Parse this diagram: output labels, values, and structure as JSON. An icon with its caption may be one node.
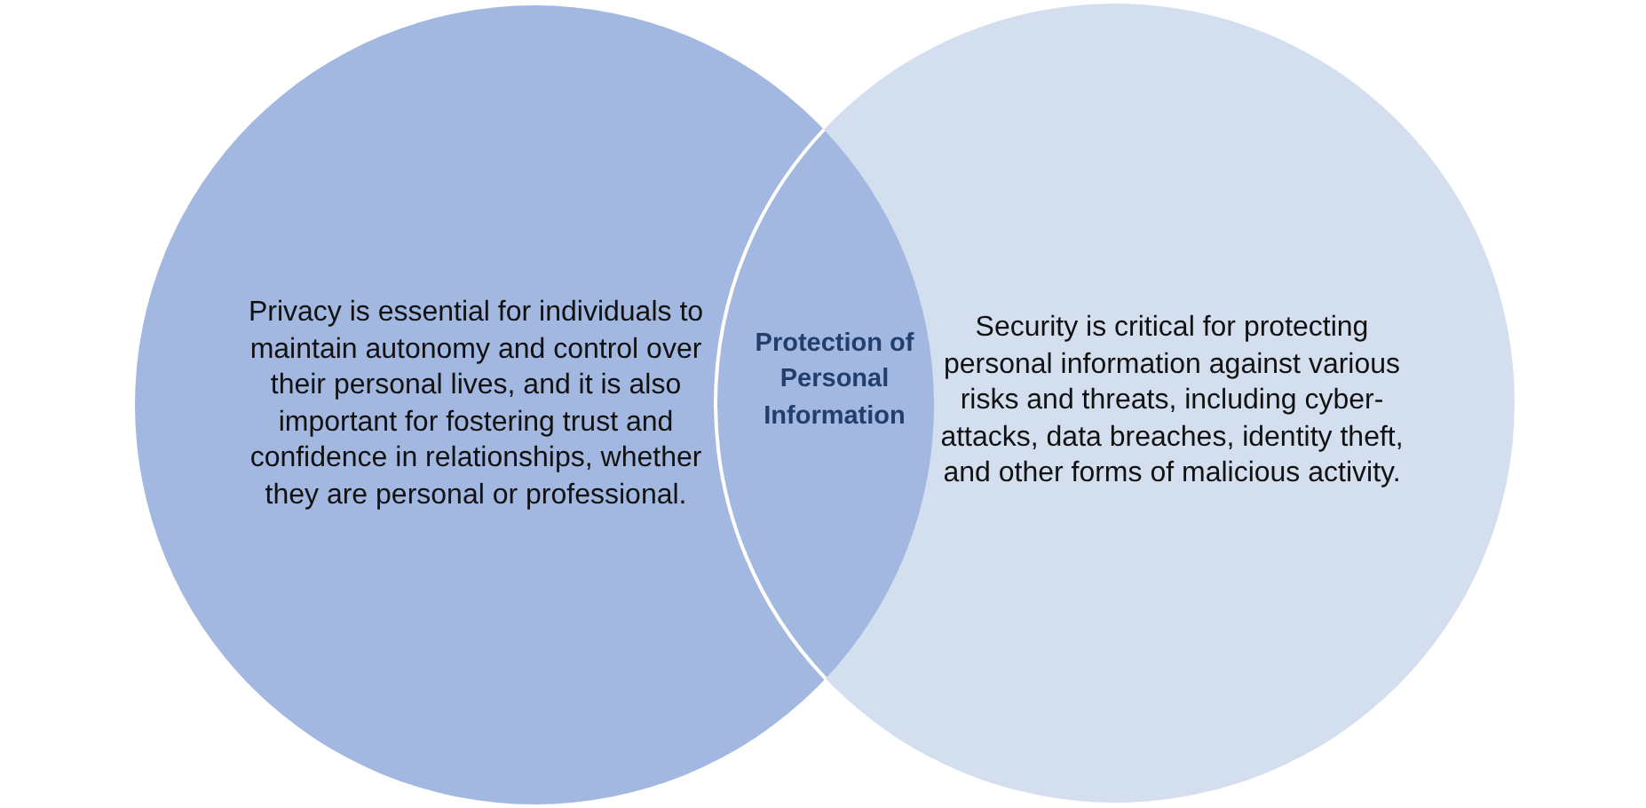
{
  "diagram": {
    "nodes": [
      {
        "text": [
          "Privacy is essential for individuals to maintain autonomy and control over their personal lives, and it is also important for fostering trust and confidence in relationships, whether they are personal or professional."
        ]
      },
      {
        "text": [
          "Protection of Personal Information"
        ]
      },
      {
        "text": [
          "Security is critical for protecting personal information against various risks and threats, including cyber-attacks, data breaches, identity theft, and other forms of malicious activity."
        ]
      }
    ]
  }
}
